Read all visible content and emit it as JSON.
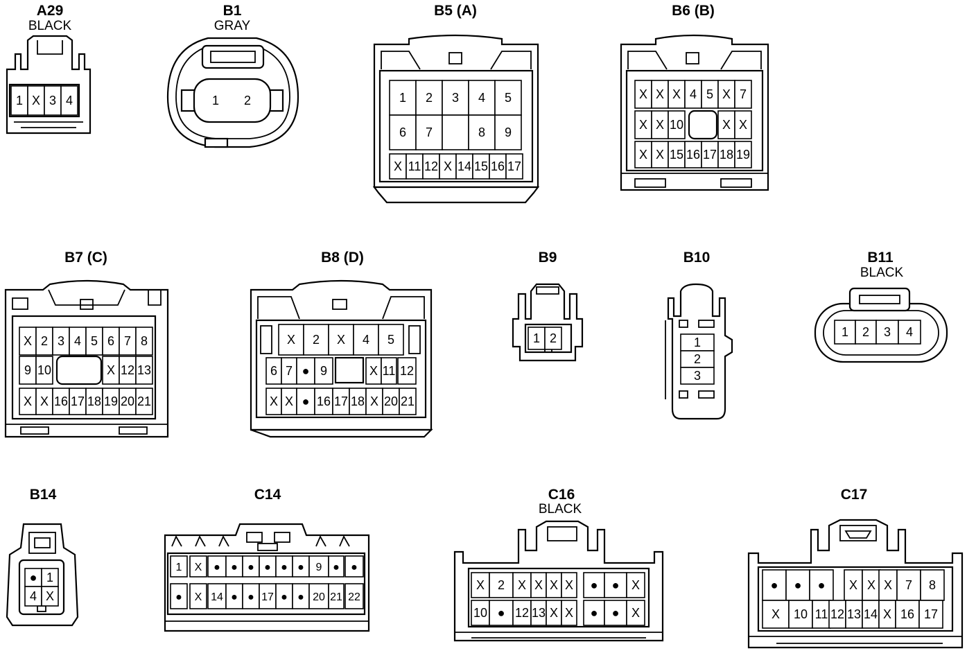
{
  "connectors": [
    {
      "id": "A29",
      "name": "A29",
      "color": "BLACK",
      "rows": [
        [
          "1",
          "X",
          "3",
          "4"
        ]
      ]
    },
    {
      "id": "B1",
      "name": "B1",
      "color": "GRAY",
      "rows": [
        [
          "1",
          "2"
        ]
      ]
    },
    {
      "id": "B5",
      "name": "B5 (A)",
      "rows": [
        [
          "1",
          "2",
          "3",
          "4",
          "5"
        ],
        [
          "6",
          "7",
          "",
          "8",
          "9"
        ],
        [
          "X",
          "11",
          "12",
          "X",
          "14",
          "15",
          "16",
          "17"
        ]
      ]
    },
    {
      "id": "B6",
      "name": "B6 (B)",
      "rows": [
        [
          "X",
          "X",
          "X",
          "4",
          "5",
          "X",
          "7"
        ],
        [
          "X",
          "X",
          "10",
          "",
          "X",
          "X"
        ],
        [
          "X",
          "X",
          "15",
          "16",
          "17",
          "18",
          "19"
        ]
      ]
    },
    {
      "id": "B7",
      "name": "B7 (C)",
      "rows": [
        [
          "X",
          "2",
          "3",
          "4",
          "5",
          "6",
          "7",
          "8"
        ],
        [
          "9",
          "10",
          "",
          "X",
          "12",
          "13"
        ],
        [
          "X",
          "X",
          "16",
          "17",
          "18",
          "19",
          "20",
          "21"
        ]
      ]
    },
    {
      "id": "B8",
      "name": "B8 (D)",
      "rows": [
        [
          "X",
          "2",
          "X",
          "4",
          "5"
        ],
        [
          "6",
          "7",
          "●",
          "9",
          "",
          "X",
          "11",
          "12"
        ],
        [
          "X",
          "X",
          "●",
          "16",
          "17",
          "18",
          "X",
          "20",
          "21"
        ]
      ]
    },
    {
      "id": "B9",
      "name": "B9",
      "rows": [
        [
          "1",
          "2"
        ]
      ]
    },
    {
      "id": "B10",
      "name": "B10",
      "rows": [
        [
          "1"
        ],
        [
          "2"
        ],
        [
          "3"
        ]
      ]
    },
    {
      "id": "B11",
      "name": "B11",
      "color": "BLACK",
      "rows": [
        [
          "1",
          "2",
          "3",
          "4"
        ]
      ]
    },
    {
      "id": "B14",
      "name": "B14",
      "rows": [
        [
          "●",
          "1"
        ],
        [
          "4",
          "X"
        ]
      ]
    },
    {
      "id": "C14",
      "name": "C14",
      "rows": [
        [
          "1",
          "X",
          "●",
          "●",
          "●",
          "●",
          "●",
          "●",
          "9",
          "●",
          "●"
        ],
        [
          "●",
          "X",
          "14",
          "●",
          "●",
          "17",
          "●",
          "●",
          "20",
          "21",
          "22"
        ]
      ]
    },
    {
      "id": "C16",
      "name": "C16",
      "color": "BLACK",
      "rows": [
        [
          "X",
          "2",
          "X",
          "X",
          "X",
          "X",
          "●",
          "●",
          "X"
        ],
        [
          "10",
          "●",
          "12",
          "13",
          "X",
          "X",
          "●",
          "●",
          "X"
        ]
      ]
    },
    {
      "id": "C17",
      "name": "C17",
      "rows": [
        [
          "●",
          "●",
          "●",
          "X",
          "X",
          "X",
          "7",
          "8"
        ],
        [
          "X",
          "10",
          "11",
          "12",
          "13",
          "14",
          "X",
          "16",
          "17"
        ]
      ]
    }
  ]
}
